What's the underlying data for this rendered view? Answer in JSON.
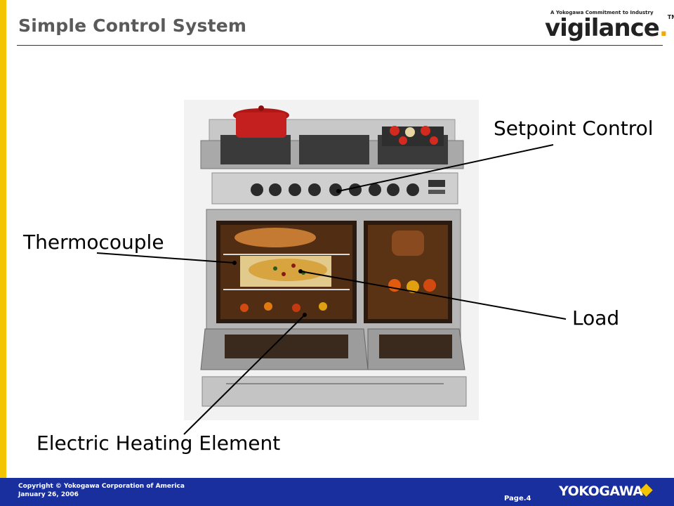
{
  "slide": {
    "title": "Simple Control System",
    "logo": {
      "tagline": "A Yokogawa Commitment to Industry",
      "word": "vigilance",
      "tm": "TM"
    },
    "labels": {
      "setpoint": "Setpoint Control",
      "thermocouple": "Thermocouple",
      "load": "Load",
      "heating": "Electric Heating Element"
    },
    "footer": {
      "copyright": "Copyright © Yokogawa Corporation of America",
      "date": "January 26, 2006",
      "page": "Page.4",
      "brand": "YOKOGAWA"
    }
  },
  "colors": {
    "accent_bar": "#f5c400",
    "footer_bg": "#1a2f9e",
    "title": "#5a5a5a"
  }
}
